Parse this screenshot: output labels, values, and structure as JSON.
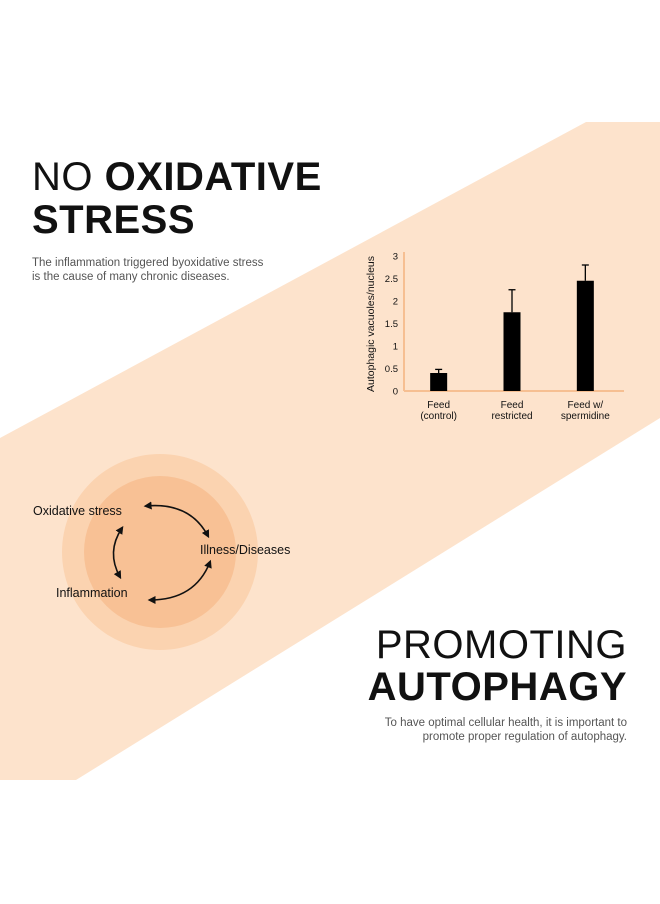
{
  "colors": {
    "band": "#fde3cc",
    "circle_outer": "#fbd3b0",
    "circle_inner": "#f8c195",
    "text": "#111111",
    "muted": "#555555",
    "bar": "#000000",
    "axis": "#f6bf92"
  },
  "section1": {
    "heading_light": "NO ",
    "heading_bold": "OXIDATIVE",
    "heading_line2": "STRESS",
    "body_line1": "The inflammation triggered byoxidative stress",
    "body_line2": "is the cause of many chronic diseases."
  },
  "cycle": {
    "node1": "Oxidative stress",
    "node2": "Illness/Diseases",
    "node3": "Inflammation"
  },
  "section2": {
    "heading_line1": "PROMOTING",
    "heading_line2": "AUTOPHAGY",
    "body_line1": "To have optimal cellular health, it is important to",
    "body_line2": "promote proper regulation of autophagy."
  },
  "chart_data": {
    "type": "bar",
    "title": "",
    "xlabel": "",
    "ylabel": "Autophagic vacuoles/nucleus",
    "ylim": [
      0,
      3
    ],
    "yticks": [
      "0",
      "0.5",
      "1",
      "1.5",
      "2",
      "2.5",
      "3"
    ],
    "categories": [
      [
        "Feed",
        "(control)"
      ],
      [
        "Feed",
        "restricted"
      ],
      [
        "Feed w/",
        "spermidine"
      ]
    ],
    "values": [
      0.4,
      1.75,
      2.45
    ],
    "error_top": [
      0.48,
      2.25,
      2.8
    ],
    "grid": false,
    "legend": "none"
  }
}
